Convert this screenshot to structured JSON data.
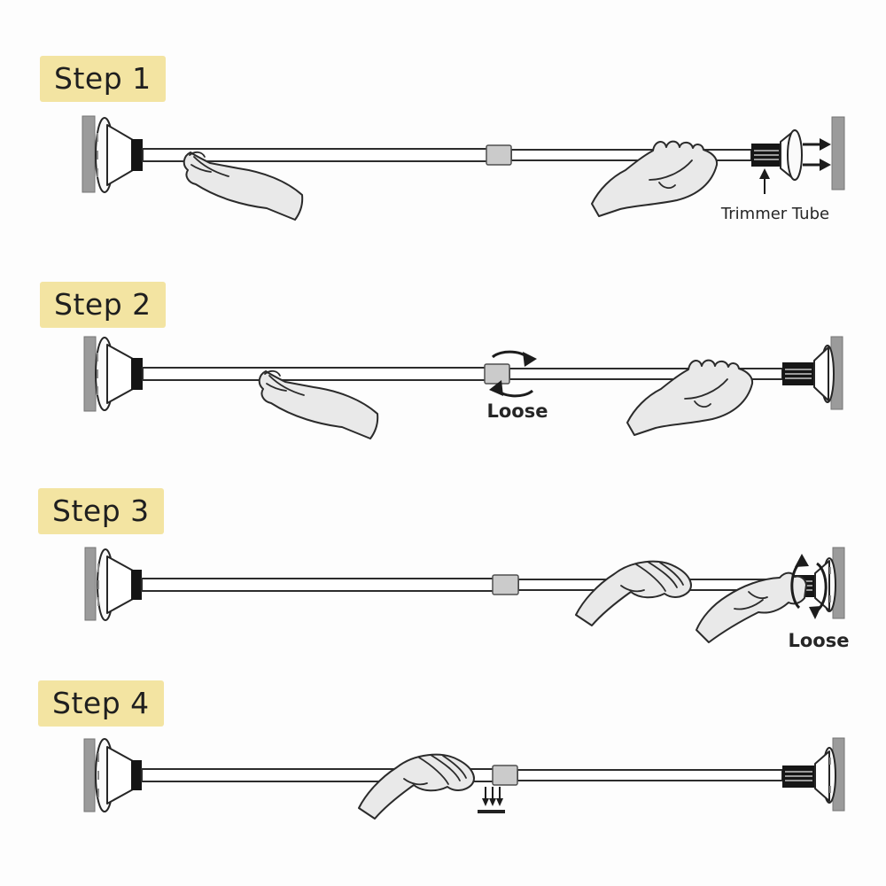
{
  "colors": {
    "background": "#fdfdfd",
    "badge": "#f3e4a2",
    "ink": "#262626"
  },
  "steps": [
    {
      "label": "Step 1",
      "callout": "Trimmer Tube"
    },
    {
      "label": "Step 2",
      "callout": "Loose"
    },
    {
      "label": "Step 3",
      "callout": "Loose"
    },
    {
      "label": "Step 4"
    }
  ]
}
